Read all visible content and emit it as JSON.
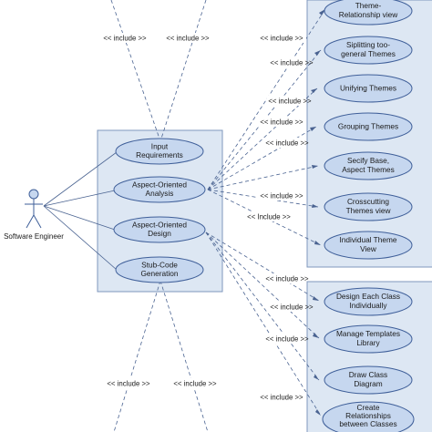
{
  "actor": {
    "name": "Software Engineer"
  },
  "colors": {
    "box_fill": "#dde7f3",
    "box_stroke": "#7f97bd",
    "ellipse_fill": "#c6d7ef",
    "ellipse_stroke": "#3f5f99",
    "line": "#4a6391",
    "text": "#1a1a1a"
  },
  "center_box": {
    "use_cases": [
      {
        "lines": [
          "Input",
          "Requirements"
        ]
      },
      {
        "lines": [
          "Aspect-Oriented",
          "Analysis"
        ]
      },
      {
        "lines": [
          "Aspect-Oriented",
          "Design"
        ]
      },
      {
        "lines": [
          "Stub-Code",
          "Generation"
        ]
      }
    ]
  },
  "analysis_box": {
    "use_cases": [
      {
        "lines": [
          "Theme-",
          "Relationship view"
        ]
      },
      {
        "lines": [
          "Siplitting too-",
          "general Themes"
        ]
      },
      {
        "lines": [
          "Unifying Themes"
        ]
      },
      {
        "lines": [
          "Grouping Themes"
        ]
      },
      {
        "lines": [
          "Secify Base,",
          "Aspect Themes"
        ]
      },
      {
        "lines": [
          "Crosscutting",
          "Themes view"
        ]
      },
      {
        "lines": [
          "Individual Theme",
          "View"
        ]
      }
    ]
  },
  "design_box": {
    "use_cases": [
      {
        "lines": [
          "Design Each Class",
          "Individually"
        ]
      },
      {
        "lines": [
          "Manage Templates",
          "Library"
        ]
      },
      {
        "lines": [
          "Draw Class",
          "Diagram"
        ]
      },
      {
        "lines": [
          "Create",
          "Relationships",
          "between Classes"
        ]
      }
    ]
  },
  "relations": {
    "include_label": "<< include >>",
    "include_label_alt": "<< Include >>",
    "top_left": "<< include >>",
    "top_right": "<< include >>",
    "bottom_left": "<< include >>",
    "bottom_right": "<< include >>",
    "analysis": [
      "<< include >>",
      "<< include >>",
      "<< include >>",
      "<< include >>",
      "<< include >>",
      "<< include >>",
      "<< Include >>"
    ],
    "design": [
      "<< include >>",
      "<< include >>",
      "<< include >>",
      "<< include >>"
    ]
  }
}
